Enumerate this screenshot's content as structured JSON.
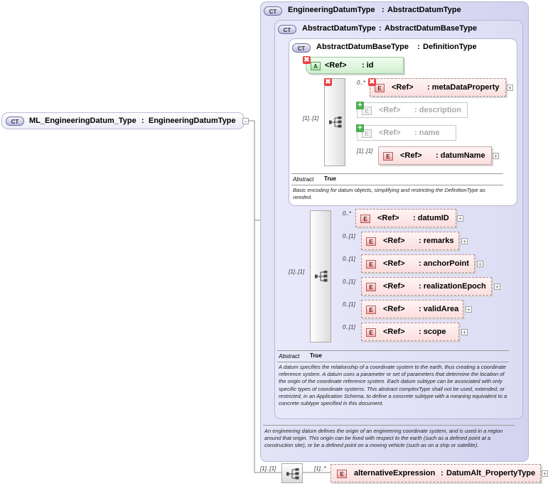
{
  "root": {
    "badge": "CT",
    "name": "ML_EngineeringDatum_Type",
    "type": "EngineeringDatumType"
  },
  "engineering": {
    "badge": "CT",
    "name": "EngineeringDatumType",
    "base": "AbstractDatumType",
    "doc": "An engineering datum defines the origin of an engineering coordinate system, and is used in a region around that origin. This origin can be fixed with respect to the earth (such as a defined point at a construction site), or be a defined point on a moving vehicle (such as on a ship or satellite)."
  },
  "abstract_datum": {
    "badge": "CT",
    "name": "AbstractDatumType",
    "base": "AbstractDatumBaseType",
    "abstract_label": "Abstract",
    "abstract_value": "True",
    "doc": "A datum specifies the relationship of a coordinate system to the earth, thus creating a coordinate reference system. A datum uses a parameter or set of parameters that determine the location of the origin of the coordinate reference system. Each datum subtype can be associated with only specific types of coordinate systems. This abstract complexType shall not be used, extended, or restricted, in an Application Schema, to define a concrete subtype with a meaning equivalent to a concrete subtype specified in this document.",
    "seq_mult": "[1]..[1]",
    "elements": [
      {
        "mult": "0..*",
        "ref": "<Ref>",
        "name": ": datumID"
      },
      {
        "mult": "0..[1]",
        "ref": "<Ref>",
        "name": ": remarks"
      },
      {
        "mult": "0..[1]",
        "ref": "<Ref>",
        "name": ": anchorPoint"
      },
      {
        "mult": "0..[1]",
        "ref": "<Ref>",
        "name": ": realizationEpoch"
      },
      {
        "mult": "0..[1]",
        "ref": "<Ref>",
        "name": ": validArea"
      },
      {
        "mult": "0..[1]",
        "ref": "<Ref>",
        "name": ": scope"
      }
    ]
  },
  "abstract_base": {
    "badge": "CT",
    "name": "AbstractDatumBaseType",
    "base": "DefinitionType",
    "abstract_label": "Abstract",
    "abstract_value": "True",
    "doc": "Basic encoding for datum objects, simplifying and restricting the DefinitionType as needed.",
    "attr": {
      "icon": "A",
      "ref": "<Ref>",
      "name": ": id"
    },
    "seq_mult": "[1]..[1]",
    "elements": [
      {
        "mult": "0..*",
        "ref": "<Ref>",
        "name": ": metaDataProperty",
        "state": "removed"
      },
      {
        "mult": "",
        "ref": "<Ref>",
        "name": ": description",
        "state": "ghost"
      },
      {
        "mult": "",
        "ref": "<Ref>",
        "name": ": name",
        "state": "ghost"
      },
      {
        "mult": "[1]..[1]",
        "ref": "<Ref>",
        "name": ": datumName",
        "state": "normal"
      }
    ]
  },
  "bottom": {
    "seq_mult": "[1]..[1]",
    "el_mult": "[1]..*",
    "name": "alternativeExpression",
    "type": "DatumAlt_PropertyType"
  },
  "icons": {
    "element": "E",
    "attribute": "A",
    "expand": "+",
    "collapse": "−",
    "removed": "✖",
    "added": "+"
  }
}
